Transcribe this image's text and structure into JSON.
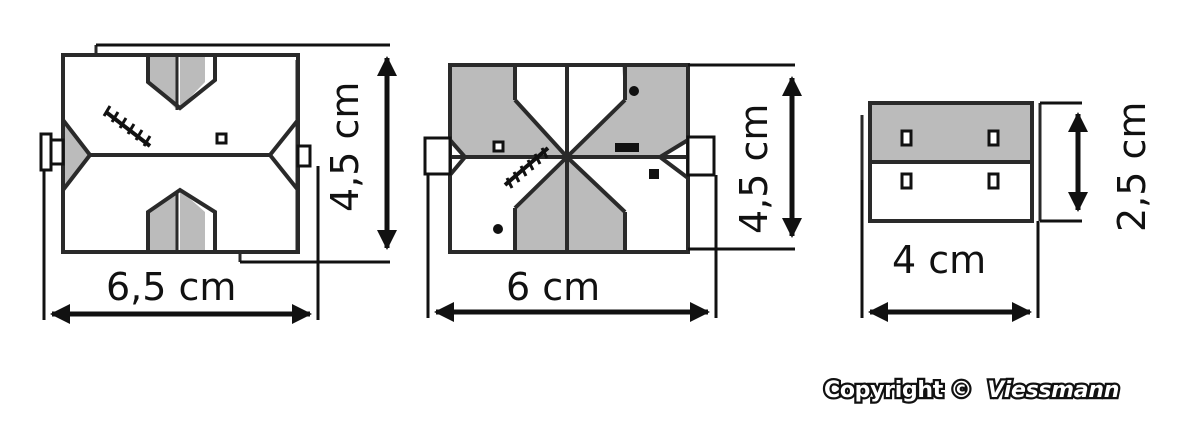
{
  "diagram": {
    "buildings": [
      {
        "width_label": "6,5 cm",
        "depth_label": "4,5 cm"
      },
      {
        "width_label": "6 cm",
        "depth_label": "4,5 cm"
      },
      {
        "width_label": "4 cm",
        "depth_label": "2,5 cm"
      }
    ],
    "copyright": {
      "prefix": "Copyright ©",
      "brand": "Viessmann"
    },
    "colors": {
      "roof_fill": "#bbbbbb",
      "line": "#2a2a2a",
      "background": "#ffffff"
    }
  }
}
